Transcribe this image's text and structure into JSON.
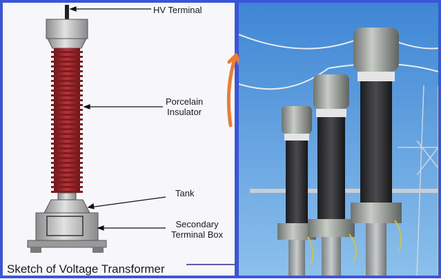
{
  "labels": {
    "hv_terminal": "HV Terminal",
    "porcelain_line1": "Porcelain",
    "porcelain_line2": "Insulator",
    "tank": "Tank",
    "secondary_line1": "Secondary",
    "secondary_line2": "Terminal Box"
  },
  "caption": "Sketch of Voltage Transformer",
  "colors": {
    "frame_border": "#3a55d8",
    "insulator": "#a3282c",
    "annotation_arrow": "#f07c2a",
    "sky": "#4f93d6"
  }
}
